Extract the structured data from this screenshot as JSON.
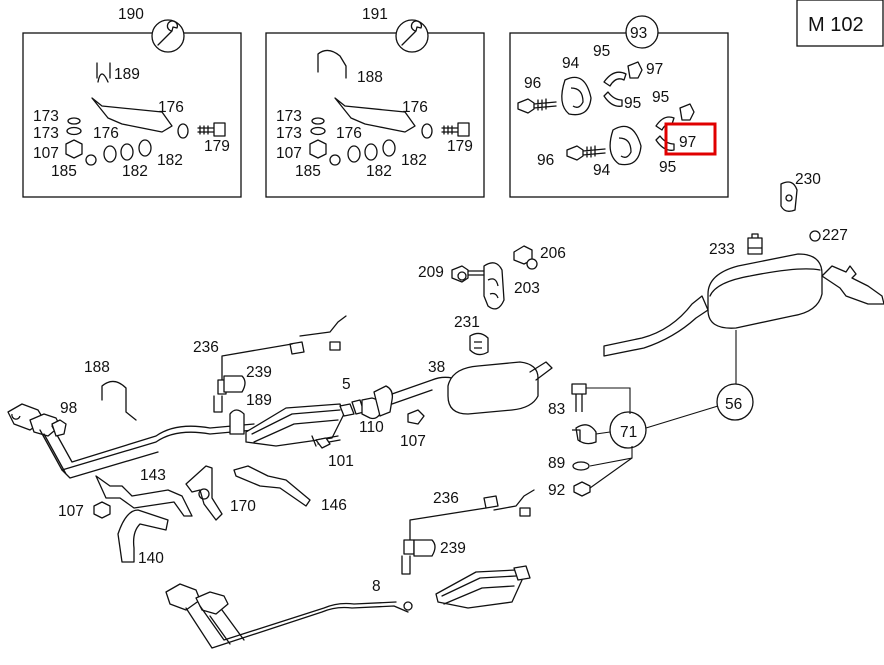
{
  "diagram": {
    "code": "M 102",
    "highlight_color": "#e00000",
    "highlighted_label": "97",
    "kits": [
      {
        "number": "190",
        "icon": "wrench-icon",
        "labels": [
          "189",
          "173",
          "176",
          "173",
          "176",
          "107",
          "182",
          "179",
          "185",
          "182"
        ]
      },
      {
        "number": "191",
        "icon": "wrench-icon",
        "labels": [
          "188",
          "173",
          "176",
          "173",
          "176",
          "107",
          "182",
          "179",
          "185",
          "182"
        ]
      },
      {
        "number": "93",
        "labels": [
          "94",
          "95",
          "97",
          "96",
          "95",
          "95",
          "96",
          "94",
          "95",
          "97"
        ]
      }
    ],
    "labels": [
      "230",
      "233",
      "227",
      "206",
      "209",
      "203",
      "231",
      "236",
      "239",
      "189",
      "5",
      "38",
      "188",
      "98",
      "110",
      "107",
      "83",
      "71",
      "56",
      "101",
      "89",
      "92",
      "143",
      "170",
      "146",
      "107",
      "140",
      "236",
      "239",
      "8"
    ]
  }
}
